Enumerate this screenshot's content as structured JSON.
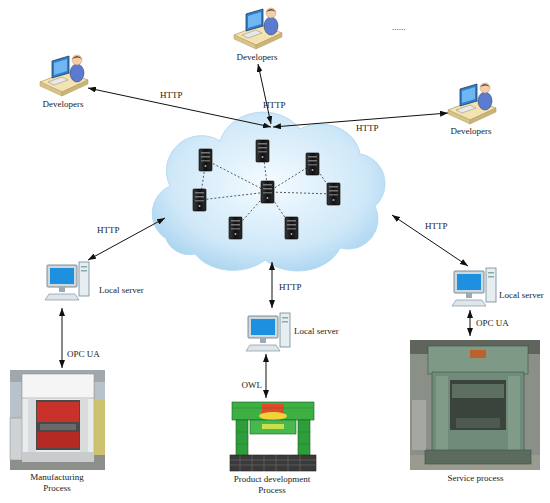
{
  "diagram": {
    "nodes": [
      {
        "text": [
          "Developers"
        ]
      },
      {
        "text": [
          "Developers"
        ]
      },
      {
        "text": [
          "Developers"
        ]
      },
      {
        "text": [
          "Local server"
        ]
      },
      {
        "text": [
          "Manufacturing Process"
        ]
      },
      {
        "text": [
          "Local server"
        ]
      },
      {
        "text": [
          "Product development Process"
        ]
      },
      {
        "text": [
          "Local server"
        ]
      },
      {
        "text": [
          "Service process"
        ]
      }
    ],
    "edges": [
      {
        "from": 3,
        "to": 4,
        "label": "OPC UA",
        "arrow": "both"
      },
      {
        "from": 5,
        "to": 6,
        "label": "OWL",
        "arrow": "both"
      },
      {
        "from": 7,
        "to": 8,
        "label": "OPC UA",
        "arrow": "both"
      }
    ],
    "labels": [
      "......",
      "HTTP",
      "HTTP",
      "HTTP",
      "HTTP",
      "HTTP",
      "HTTP"
    ]
  }
}
